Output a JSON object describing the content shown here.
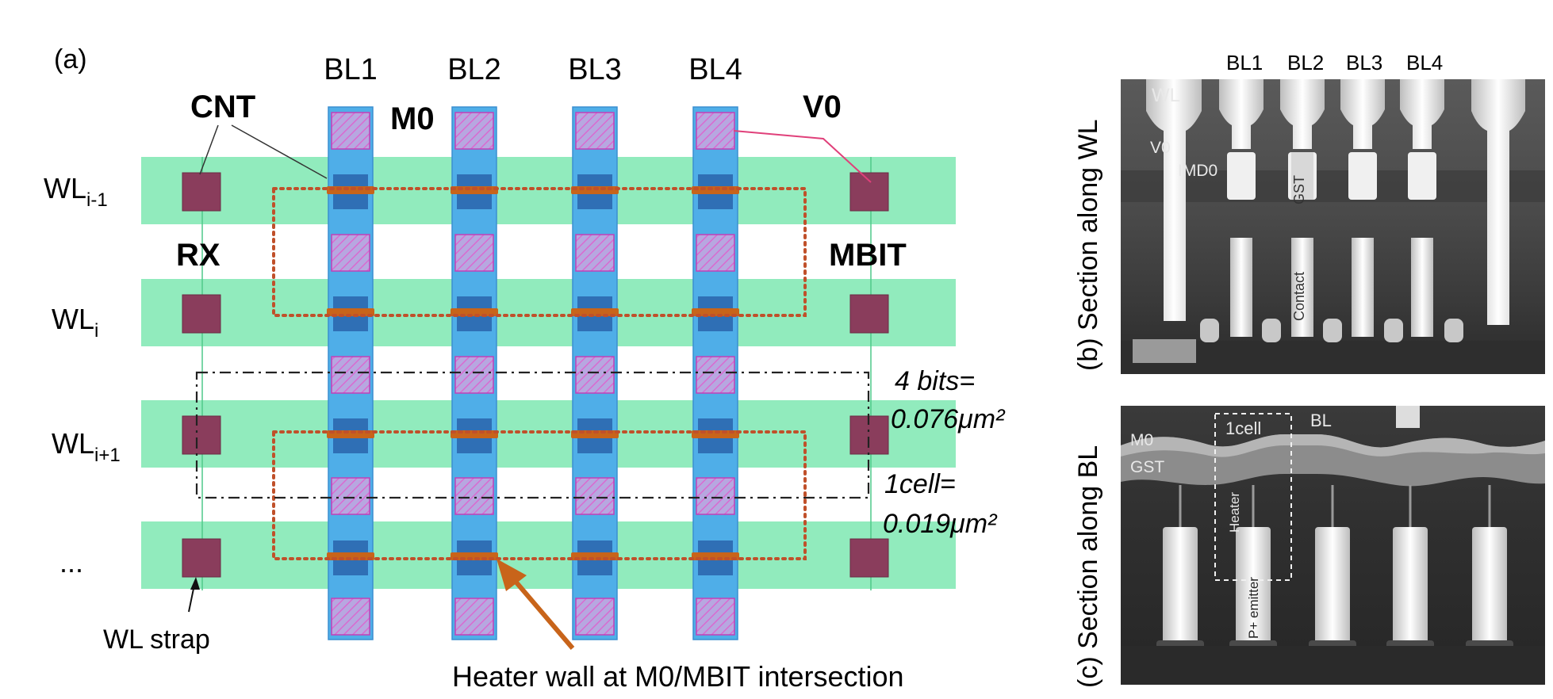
{
  "panel_a": {
    "label": "(a)",
    "bitlines": [
      "BL1",
      "BL2",
      "BL3",
      "BL4"
    ],
    "callouts": {
      "cnt": "CNT",
      "m0": "M0",
      "v0": "V0",
      "rx": "RX",
      "mbit": "MBIT"
    },
    "wordlines": [
      {
        "main": "WL",
        "sub": "i-1"
      },
      {
        "main": "WL",
        "sub": "i"
      },
      {
        "main": "WL",
        "sub": "i+1"
      },
      {
        "main": "...",
        "sub": ""
      }
    ],
    "area_4bits": {
      "line1": "4 bits=",
      "line2": "0.076μm²"
    },
    "area_1cell": {
      "line1": "1cell=",
      "line2": "0.019μm²"
    },
    "wl_strap": "WL strap",
    "heater_note": "Heater wall at M0/MBIT intersection",
    "colors": {
      "active": "#7ee8b2",
      "metal": "#4faee8",
      "contact": "#8a3d5c",
      "heater": "#c8641a",
      "dotted": "#c0502a"
    }
  },
  "panel_b": {
    "caption": "(b) Section along WL",
    "bitlines": [
      "BL1",
      "BL2",
      "BL3",
      "BL4"
    ],
    "labels": {
      "wl": "WL",
      "v0": "V0",
      "imd0": "IMD0",
      "gst": "GST",
      "contact": "Contact"
    }
  },
  "panel_c": {
    "caption": "(c) Section along BL",
    "labels": {
      "m0": "M0",
      "gst": "GST",
      "cell": "1cell",
      "bl": "BL",
      "heater": "Heater",
      "emitter": "P+ emitter"
    }
  }
}
